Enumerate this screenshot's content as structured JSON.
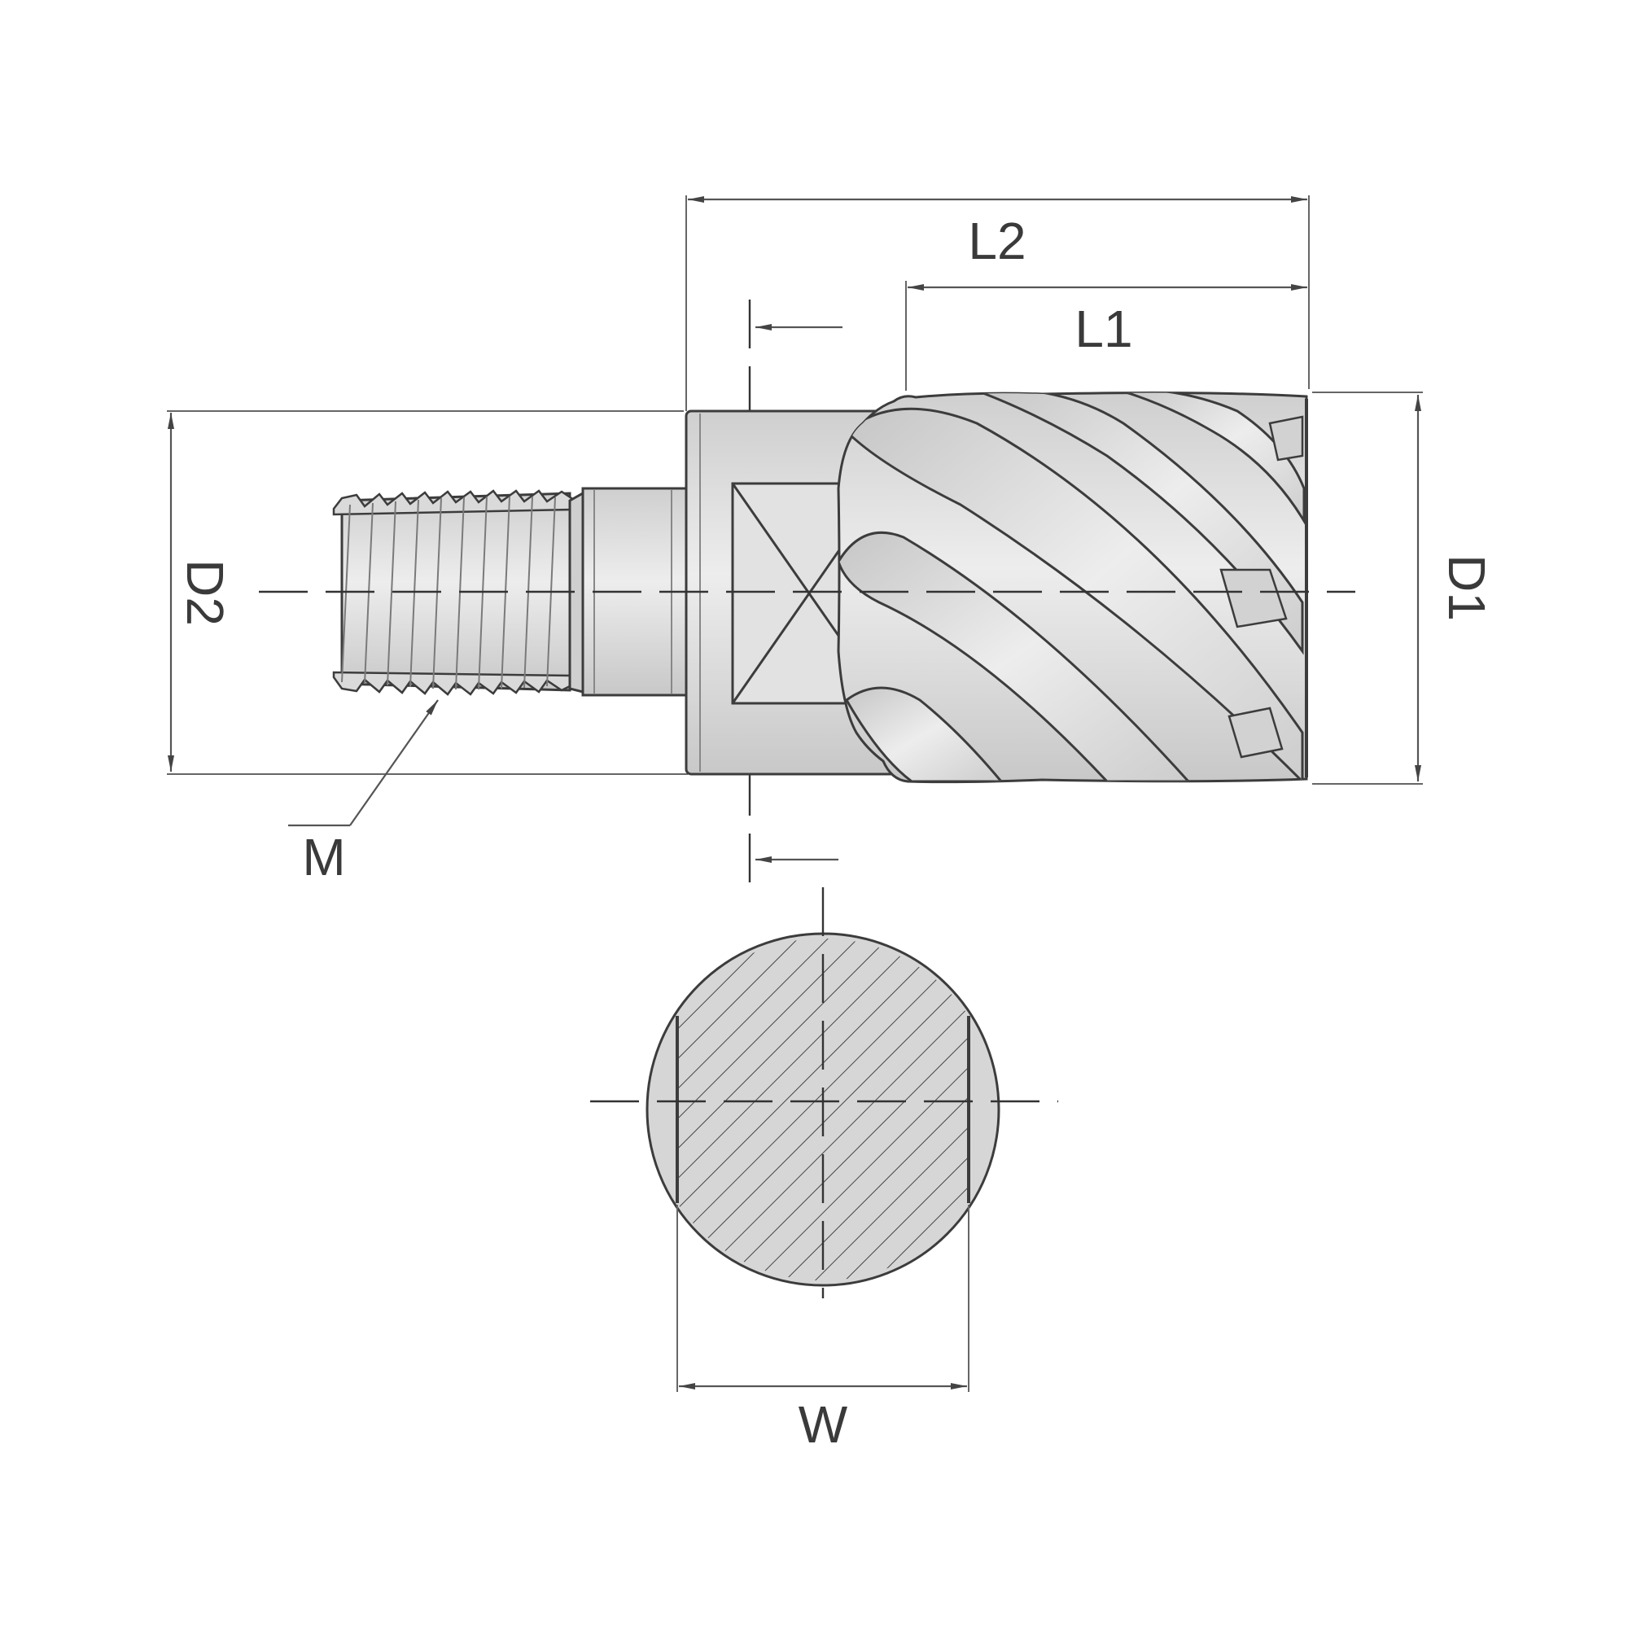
{
  "labels": {
    "L2": "L2",
    "L1": "L1",
    "D1": "D1",
    "D2": "D2",
    "M": "M",
    "W": "W"
  },
  "colors": {
    "line": "#3c3c3c",
    "body_fill": "#d9d9d9",
    "flute_fill": "#e6e6e6",
    "shadow_fill": "#c4c4c4",
    "hatch": "#444444"
  },
  "icons": [
    "end-mill-side-view",
    "section-view-circle",
    "hatched-section"
  ]
}
